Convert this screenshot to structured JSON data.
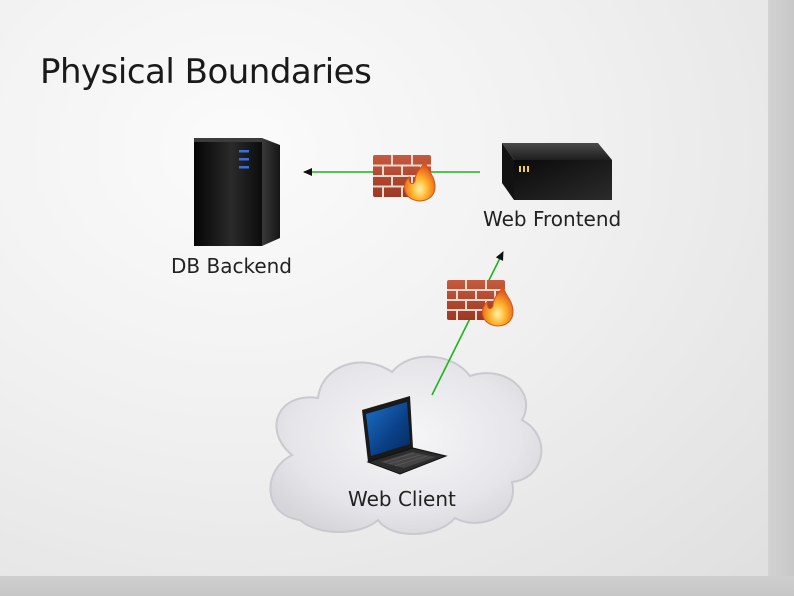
{
  "slide": {
    "title": "Physical Boundaries"
  },
  "nodes": {
    "db_backend": {
      "label": "DB Backend",
      "icon": "server-tower-icon"
    },
    "web_frontend": {
      "label": "Web Frontend",
      "icon": "rack-server-icon"
    },
    "web_client": {
      "label": "Web Client",
      "icon": "laptop-icon"
    }
  },
  "firewalls": [
    {
      "icon": "firewall-icon",
      "between": "web_frontend -> db_backend"
    },
    {
      "icon": "firewall-icon",
      "between": "web_client -> web_frontend"
    }
  ],
  "colors": {
    "connector": "#1db31d",
    "cloud": "#e4e4e8",
    "brick": "#b5452f",
    "flame": "#f39a1c"
  }
}
